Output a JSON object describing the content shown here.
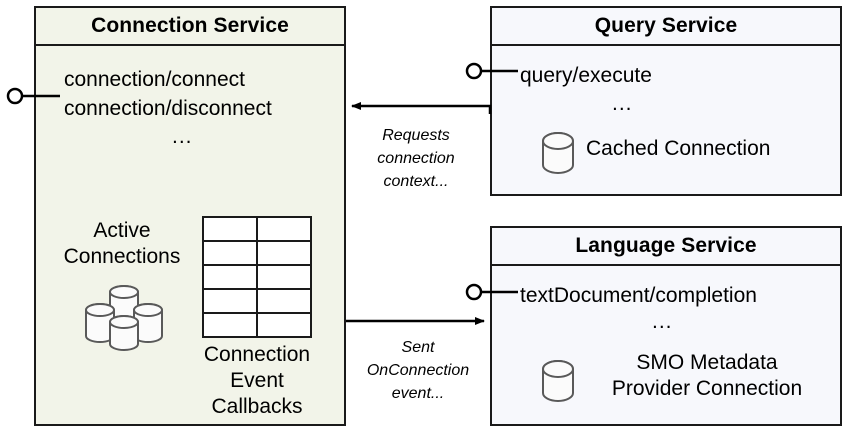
{
  "diagram": {
    "title": "Connection Service interaction diagram",
    "colors": {
      "connection_service_fill": "#f2f4e9",
      "service_fill": "#f7f8fc",
      "stroke": "#1a1a1a",
      "icon_stroke": "#595959",
      "icon_fill": "#fbfbfb"
    }
  },
  "connection_service": {
    "title": "Connection Service",
    "operations": [
      "connection/connect",
      "connection/disconnect"
    ],
    "ellipsis": "...",
    "active_connections_label": "Active\nConnections",
    "callbacks_label": "Connection\nEvent\nCallbacks",
    "icons": {
      "connections_cluster": "database-cluster-icon",
      "callbacks_table": "table-grid-icon"
    },
    "table": {
      "rows": 5,
      "columns": 2
    },
    "provided_interface": "lollipop-connector"
  },
  "query_service": {
    "title": "Query Service",
    "operations": [
      "query/execute"
    ],
    "ellipsis": "...",
    "resource_label": "Cached Connection",
    "resource_icon": "database-cylinder-icon",
    "provided_interface": "lollipop-connector"
  },
  "language_service": {
    "title": "Language Service",
    "operations": [
      "textDocument/completion"
    ],
    "ellipsis": "...",
    "resource_label": "SMO Metadata\nProvider Connection",
    "resource_icon": "database-cylinder-icon",
    "provided_interface": "lollipop-connector"
  },
  "edges": [
    {
      "id": "requests-connection-context",
      "label": "Requests\nconnection\ncontext...",
      "from": "query_service",
      "to": "connection_service",
      "direction": "right-to-left"
    },
    {
      "id": "sent-onconnection-event",
      "label": "Sent\nOnConnection\nevent...",
      "from": "connection_service",
      "to": "language_service",
      "direction": "left-to-right"
    }
  ]
}
